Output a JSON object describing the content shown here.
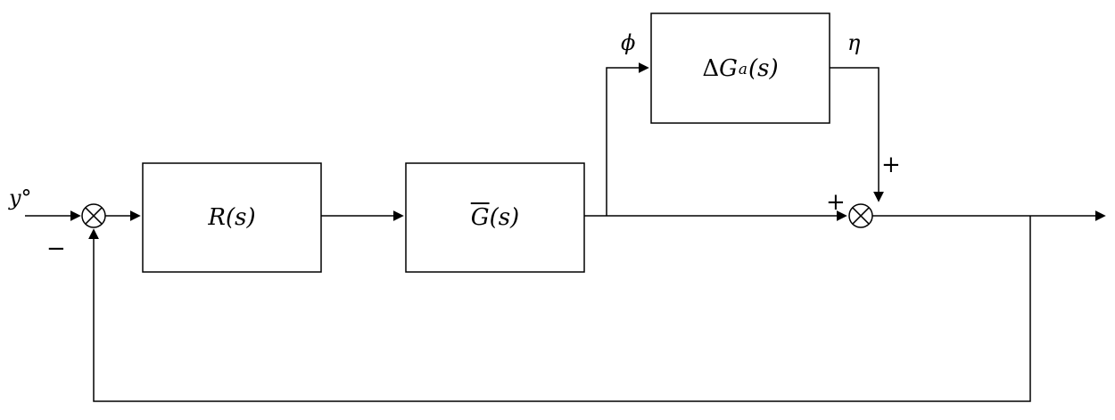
{
  "diagram": {
    "input_label": "y°",
    "blocks": {
      "controller": "R(s)",
      "plant_g": "G",
      "plant_args": "(s)",
      "uncertainty_delta": "Δ",
      "uncertainty_g": "G",
      "uncertainty_sub": "a",
      "uncertainty_args": "(s)"
    },
    "signals": {
      "phi": "ϕ",
      "eta": "η"
    },
    "signs": {
      "minus": "−",
      "plus_left": "+",
      "plus_top": "+"
    }
  }
}
